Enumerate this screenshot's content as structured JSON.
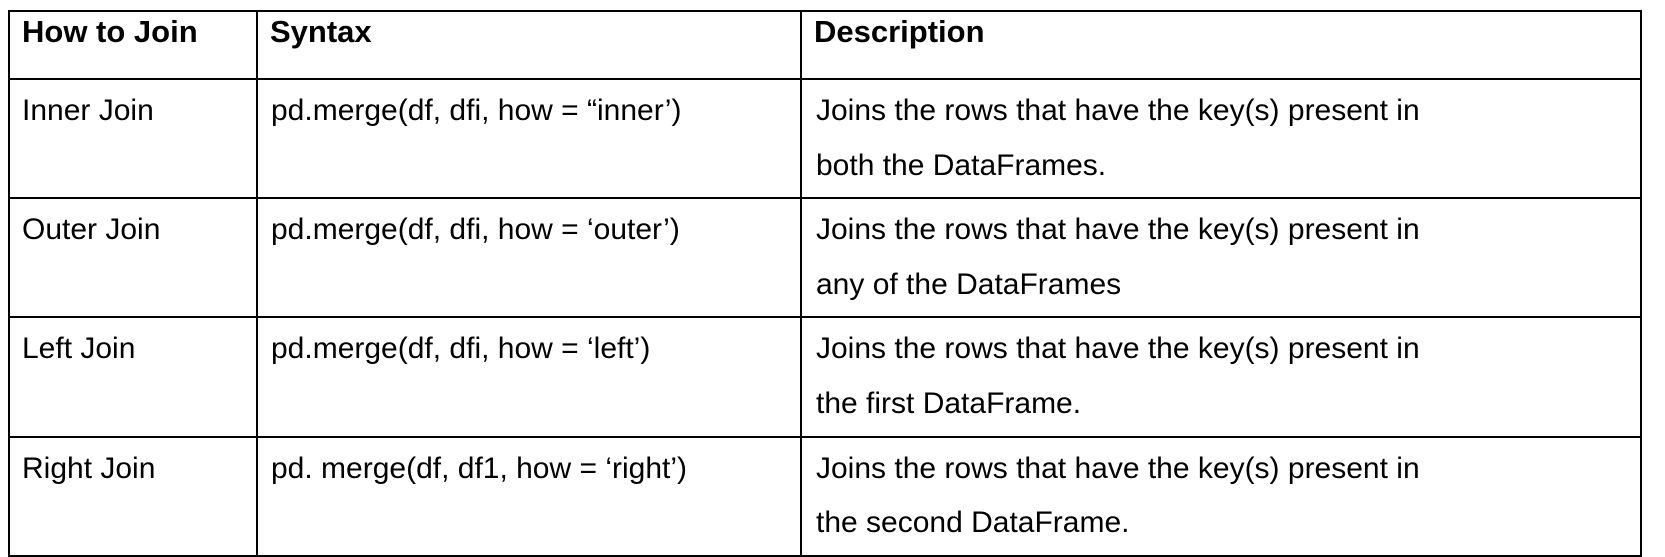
{
  "table": {
    "columns": [
      {
        "key": "how_to_join",
        "label": "How to Join"
      },
      {
        "key": "syntax",
        "label": "Syntax"
      },
      {
        "key": "description",
        "label": "Description"
      }
    ],
    "rows": [
      {
        "how_to_join": "Inner Join",
        "syntax": "pd.merge(df, dfi, how = “inner’)",
        "description_line1": "Joins the rows that have the key(s) present in",
        "description_line2": "both the DataFrames.",
        "description": "Joins the rows that have the key(s) present in both the DataFrames."
      },
      {
        "how_to_join": "Outer Join",
        "syntax": "pd.merge(df, dfi, how = ‘outer’)",
        "description_line1": "Joins the rows that have the key(s) present in",
        "description_line2": "any of the DataFrames",
        "description": "Joins the rows that have the key(s) present in any of the DataFrames"
      },
      {
        "how_to_join": "Left Join",
        "syntax": "pd.merge(df, dfi, how = ‘left’)",
        "description_line1": "Joins the rows that have the key(s) present in",
        "description_line2": "the first DataFrame.",
        "description": "Joins the rows that have the key(s) present in the first DataFrame."
      },
      {
        "how_to_join": "Right Join",
        "syntax": "pd. merge(df, df1, how = ‘right’)",
        "description_line1": "Joins the rows that have the key(s) present in",
        "description_line2": "the second DataFrame.",
        "description": "Joins the rows that have the key(s) present in the second DataFrame."
      }
    ]
  },
  "colors": {
    "border": "#000000",
    "text": "#000000",
    "background": "#ffffff"
  }
}
